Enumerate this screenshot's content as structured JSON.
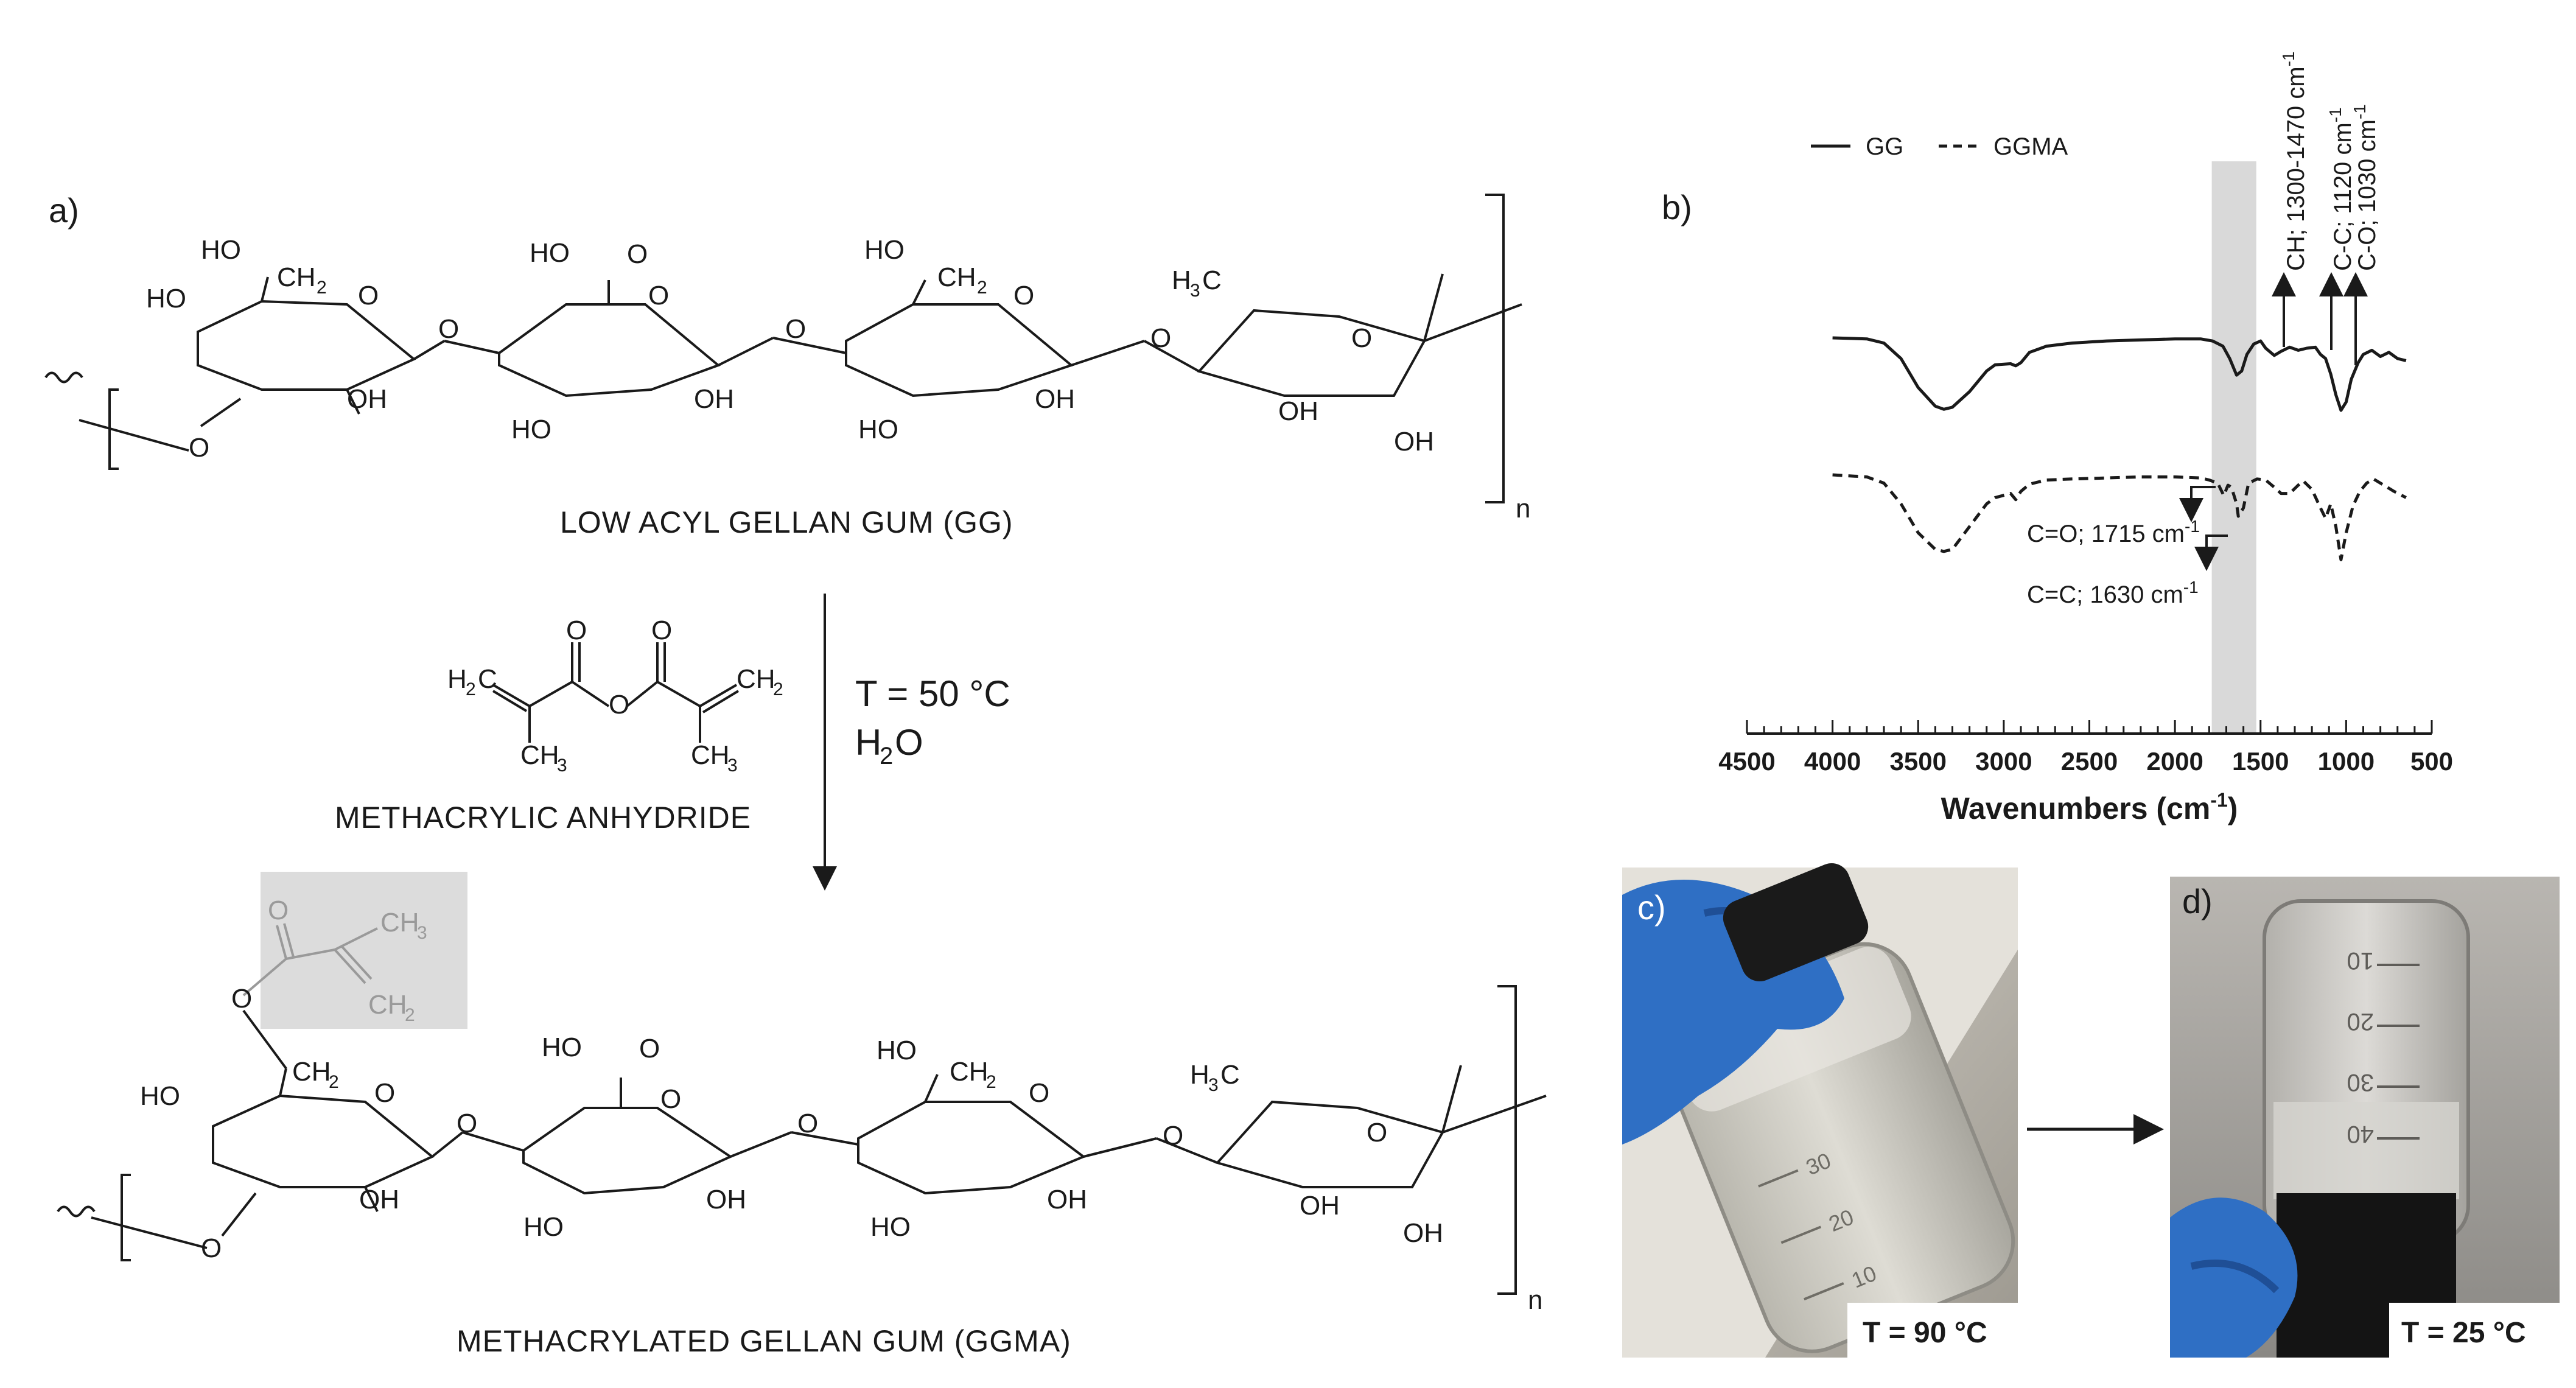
{
  "panel_a": {
    "letter": "a)",
    "gg_caption": "LOW ACYL GELLAN GUM (GG)",
    "reagent_caption": "METHACRYLIC ANHYDRIDE",
    "conditions_temp": "T = 50 °C",
    "conditions_solvent": "H",
    "solvent_sub": "2",
    "solvent_rest": "O",
    "ggma_caption": "METHACRYLATED GELLAN GUM (GGMA)",
    "repeat_index": "n",
    "atoms": {
      "ho": "HO",
      "oh": "OH",
      "o": "O",
      "ch2": "CH",
      "h3c": "H",
      "ch3": "CH",
      "h2c": "H",
      "two": "2",
      "three": "3"
    }
  },
  "panel_b": {
    "letter": "b)",
    "legend": [
      {
        "name": "GG",
        "style": "solid"
      },
      {
        "name": "GGMA",
        "style": "dashed"
      }
    ],
    "annotations": {
      "ch": "CH; 1300-1470 cm",
      "cc": "C-C; 1120 cm",
      "co": "C-O; 1030 cm",
      "c_o": "C=O; 1715 cm",
      "c_c": "C=C; 1630 cm",
      "sup": "-1"
    }
  },
  "chart_data": {
    "type": "line",
    "xlabel": "Wavenumbers (cm",
    "xlabel_sup": "-1",
    "xlabel_end": ")",
    "xlim": [
      4500,
      500
    ],
    "xticks": [
      "4500",
      "4000",
      "3500",
      "3000",
      "2500",
      "2000",
      "1500",
      "1000",
      "500"
    ],
    "highlight_band": [
      1785,
      1525
    ],
    "series": [
      {
        "name": "GG",
        "style": "solid",
        "x": [
          4000,
          3800,
          3700,
          3600,
          3500,
          3400,
          3350,
          3300,
          3200,
          3100,
          3050,
          2960,
          2930,
          2900,
          2850,
          2750,
          2600,
          2400,
          2200,
          2000,
          1850,
          1780,
          1720,
          1680,
          1640,
          1610,
          1580,
          1540,
          1500,
          1470,
          1420,
          1380,
          1330,
          1280,
          1230,
          1180,
          1150,
          1120,
          1090,
          1060,
          1030,
          1000,
          970,
          930,
          900,
          850,
          800,
          750,
          700,
          650
        ],
        "y": [
          0.0,
          -0.01,
          -0.05,
          -0.2,
          -0.48,
          -0.66,
          -0.69,
          -0.67,
          -0.52,
          -0.32,
          -0.26,
          -0.25,
          -0.27,
          -0.24,
          -0.14,
          -0.08,
          -0.05,
          -0.03,
          -0.02,
          -0.01,
          -0.01,
          -0.03,
          -0.08,
          -0.2,
          -0.36,
          -0.32,
          -0.16,
          -0.06,
          -0.03,
          -0.1,
          -0.17,
          -0.13,
          -0.09,
          -0.12,
          -0.1,
          -0.09,
          -0.16,
          -0.2,
          -0.35,
          -0.55,
          -0.7,
          -0.62,
          -0.4,
          -0.24,
          -0.16,
          -0.12,
          -0.18,
          -0.14,
          -0.2,
          -0.22
        ]
      },
      {
        "name": "GGMA",
        "style": "dashed",
        "x": [
          4000,
          3800,
          3700,
          3600,
          3500,
          3400,
          3350,
          3300,
          3200,
          3100,
          3050,
          2960,
          2930,
          2900,
          2850,
          2750,
          2600,
          2400,
          2200,
          2000,
          1850,
          1800,
          1750,
          1715,
          1690,
          1670,
          1640,
          1630,
          1600,
          1570,
          1520,
          1470,
          1420,
          1380,
          1330,
          1280,
          1250,
          1200,
          1150,
          1120,
          1090,
          1060,
          1030,
          1000,
          960,
          920,
          880,
          840,
          780,
          720,
          650
        ],
        "y": [
          0.0,
          -0.02,
          -0.08,
          -0.28,
          -0.56,
          -0.72,
          -0.74,
          -0.72,
          -0.5,
          -0.28,
          -0.22,
          -0.18,
          -0.24,
          -0.16,
          -0.09,
          -0.05,
          -0.04,
          -0.03,
          -0.02,
          -0.02,
          -0.03,
          -0.05,
          -0.08,
          -0.2,
          -0.1,
          -0.12,
          -0.28,
          -0.4,
          -0.32,
          -0.08,
          -0.04,
          -0.05,
          -0.12,
          -0.18,
          -0.18,
          -0.1,
          -0.06,
          -0.14,
          -0.32,
          -0.42,
          -0.28,
          -0.5,
          -0.82,
          -0.56,
          -0.3,
          -0.16,
          -0.08,
          -0.04,
          -0.1,
          -0.16,
          -0.22
        ]
      }
    ]
  },
  "panel_c": {
    "letter": "c)",
    "label": "T = 90 °C",
    "scale": [
      "10",
      "20",
      "30"
    ]
  },
  "panel_d": {
    "letter": "d)",
    "label": "T = 25 °C",
    "scale": [
      "10",
      "20",
      "30",
      "40"
    ]
  },
  "colors": {
    "line": "#1a1a1a",
    "band": "#d9d9d9",
    "glove": "#2f6fc4",
    "vial": "#cfcfc9"
  }
}
